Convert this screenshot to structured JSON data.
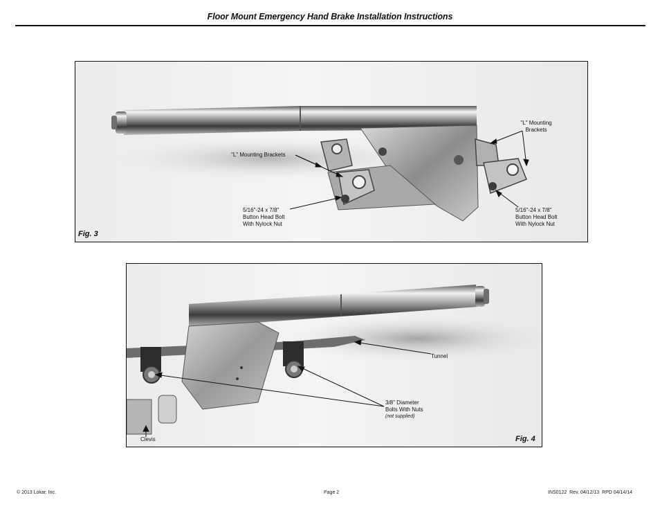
{
  "header": {
    "title": "Floor Mount Emergency Hand Brake Installation Instructions"
  },
  "fig3": {
    "label": "Fig. 3",
    "callouts": {
      "l_brackets_left": "\"L\" Mounting Brackets",
      "l_brackets_right_line1": "\"L\" Mounting",
      "l_brackets_right_line2": "Brackets",
      "bolt_left_line1": "5/16\"-24 x 7/8\"",
      "bolt_left_line2": "Button Head Bolt",
      "bolt_left_line3": "With Nylock Nut",
      "bolt_right_line1": "5/16\"-24 x 7/8\"",
      "bolt_right_line2": "Button Head Bolt",
      "bolt_right_line3": "With Nylock Nut"
    }
  },
  "fig4": {
    "label": "Fig. 4",
    "callouts": {
      "tunnel": "Tunnel",
      "bolts_line1": "3/8\" Diameter",
      "bolts_line2": "Bolts With Nuts",
      "bolts_note": "(not supplied)",
      "clevis": "Clevis"
    }
  },
  "footer": {
    "copyright": "© 2013 Lokar, Inc.",
    "page": "Page 2",
    "doc_ref": "INS0122  Rev. 04/12/13  RPD 04/14/14"
  }
}
